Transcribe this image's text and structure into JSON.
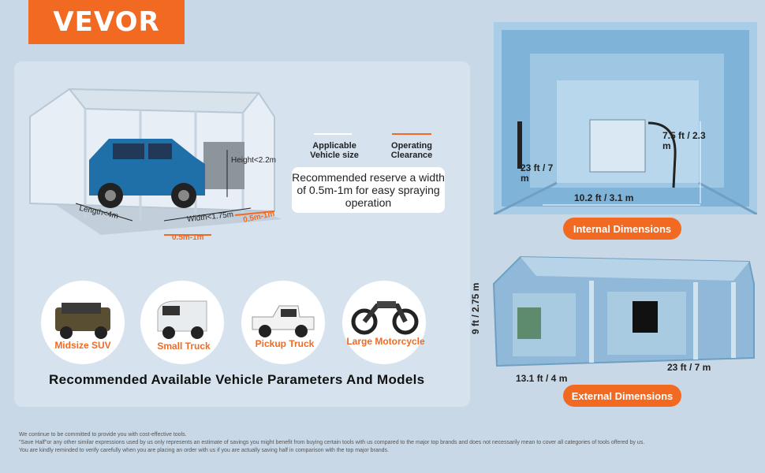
{
  "brand": "VEVOR",
  "legend": {
    "applicable": "Applicable Vehicle size",
    "operating": "Operating Clearance"
  },
  "note": "Recommended reserve a width of 0.5m-1m for easy spraying operation",
  "main_dims": {
    "height": "Height<2.2m",
    "length": "Length<4m",
    "width": "Width<1.75m",
    "clear_a": "0.5m-1m",
    "clear_b": "0.5m-1m"
  },
  "vehicles": [
    {
      "label": "Midsize SUV"
    },
    {
      "label": "Small Truck"
    },
    {
      "label": "Pickup Truck"
    },
    {
      "label": "Large Motorcycle"
    }
  ],
  "caption": "Recommended Available Vehicle  Parameters And Models",
  "internal": {
    "height": "7.5 ft / 2.3 m",
    "depth": "23 ft / 7 m",
    "width": "10.2 ft / 3.1 m",
    "title": "Internal Dimensions"
  },
  "external": {
    "height": "9 ft / 2.75 m",
    "width": "13.1 ft / 4 m",
    "length": "23 ft / 7 m",
    "title": "External Dimensions"
  },
  "disclaimer": [
    "We continue to be committed to provide you with cost-effective tools.",
    "\"Save Half\"or any other similar expressions used by us only represents an estimate of savings you might benefit from buying certain tools with us compared to the major top brands and does not necessarily mean to cover all categories of tools offered by us.",
    "You are kindly reminded to verify carefully when you are placing an order with us if you are actually saving half in comparison with the top major brands."
  ],
  "colors": {
    "accent": "#f26a21",
    "tent": "#8fb8d9",
    "panel": "#d6e3ee"
  }
}
